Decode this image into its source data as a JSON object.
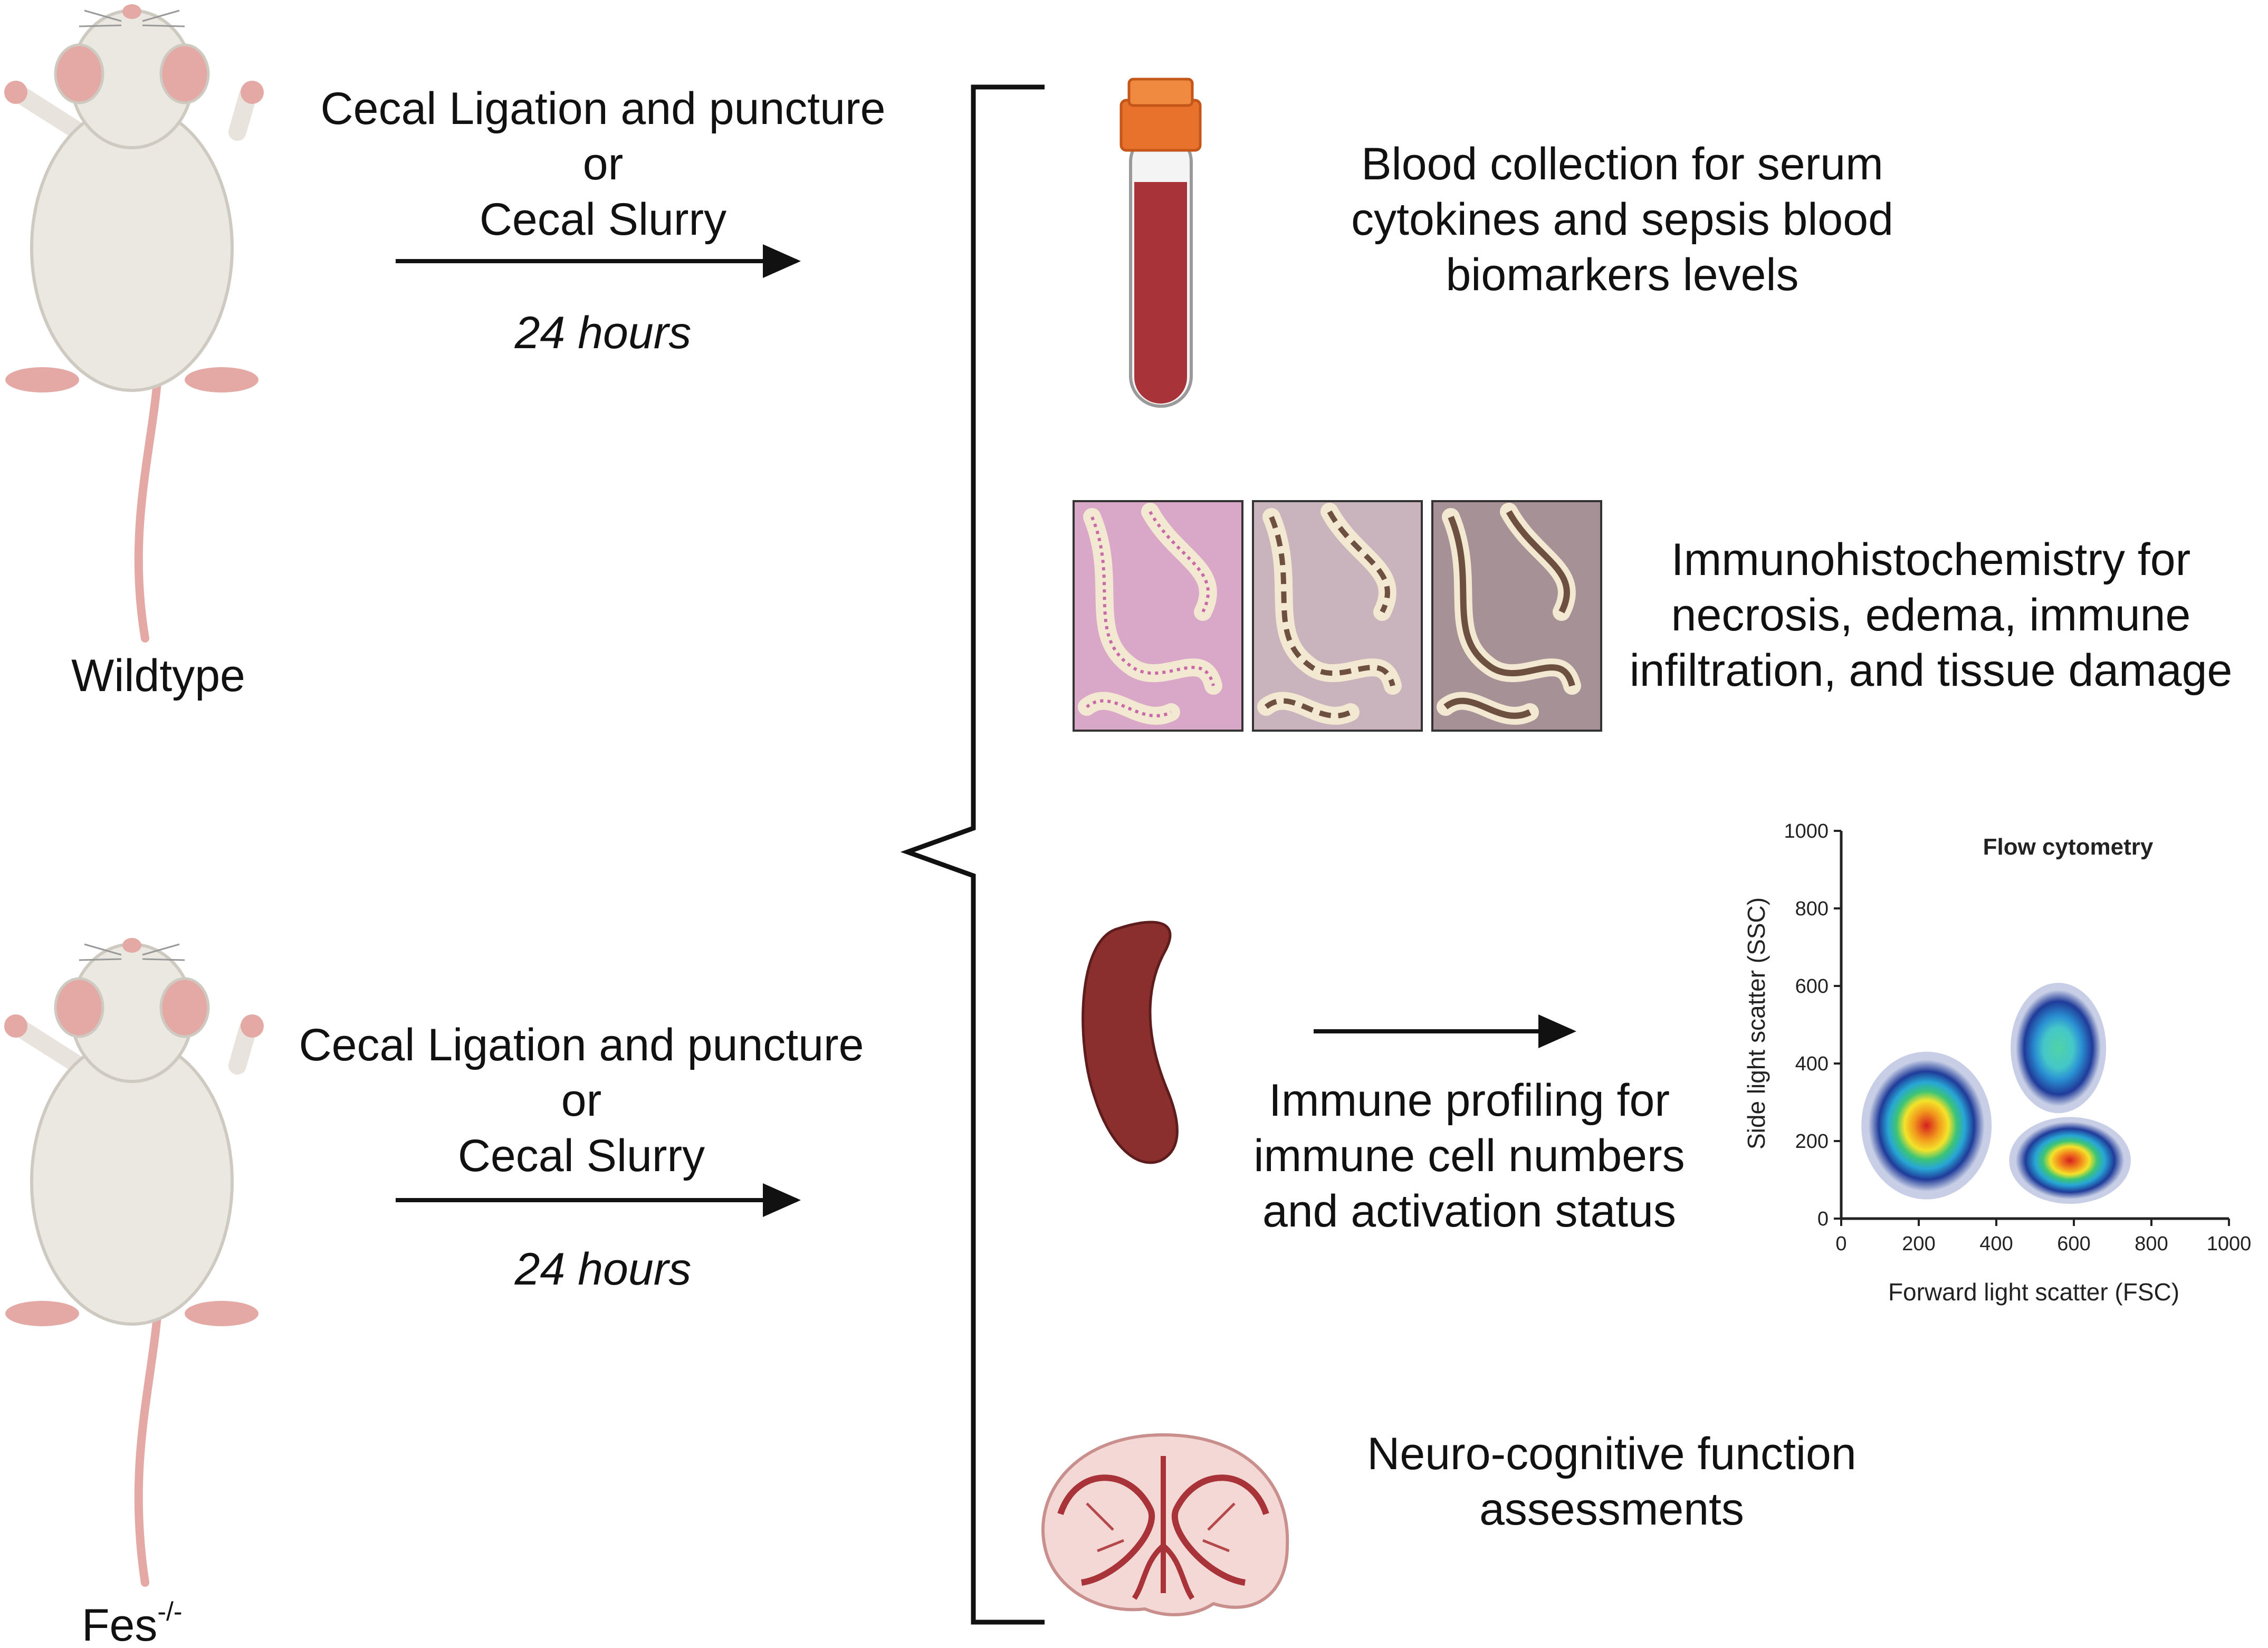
{
  "top_group": {
    "label": "Wildtype",
    "procedure_lines": [
      "Cecal Ligation and puncture",
      "or",
      "Cecal Slurry"
    ],
    "duration": "24 hours"
  },
  "bottom_group": {
    "label": "Fes",
    "label_superscript": "-/-",
    "procedure_lines": [
      "Cecal Ligation and puncture",
      "or",
      "Cecal Slurry"
    ],
    "duration": "24 hours"
  },
  "outcomes": {
    "blood": {
      "lines": [
        "Blood collection for serum",
        "cytokines and sepsis blood",
        "biomarkers levels"
      ]
    },
    "ihc": {
      "lines": [
        "Immunohistochemistry for",
        "necrosis, edema, immune",
        "infiltration, and tissue damage"
      ]
    },
    "immune": {
      "lines": [
        "Immune profiling for",
        "immune cell numbers",
        "and activation status"
      ]
    },
    "neuro": {
      "lines": [
        "Neuro-cognitive function",
        "assessments"
      ]
    }
  },
  "colors": {
    "mouse_body": "#ebe8e2",
    "mouse_pink": "#e4a9a4",
    "blood": "#a83338",
    "cap": "#e8722c",
    "spleen": "#8a2e2e",
    "tissue_pink": "#d9a8c8",
    "tissue_brown": "#6d5040"
  },
  "chart_data": {
    "type": "scatter",
    "title": "Flow cytometry",
    "xlabel": "Forward light scatter (FSC)",
    "ylabel": "Side light scatter (SSC)",
    "xlim": [
      0,
      1000
    ],
    "ylim": [
      0,
      1000
    ],
    "xticks": [
      "0",
      "200",
      "400",
      "600",
      "800",
      "1000"
    ],
    "yticks": [
      "0",
      "200",
      "400",
      "600",
      "800",
      "1000"
    ],
    "populations": [
      {
        "center": [
          220,
          240
        ],
        "spread": [
          150,
          170
        ]
      },
      {
        "center": [
          560,
          440
        ],
        "spread": [
          110,
          150
        ]
      },
      {
        "center": [
          590,
          150
        ],
        "spread": [
          140,
          100
        ]
      }
    ]
  }
}
